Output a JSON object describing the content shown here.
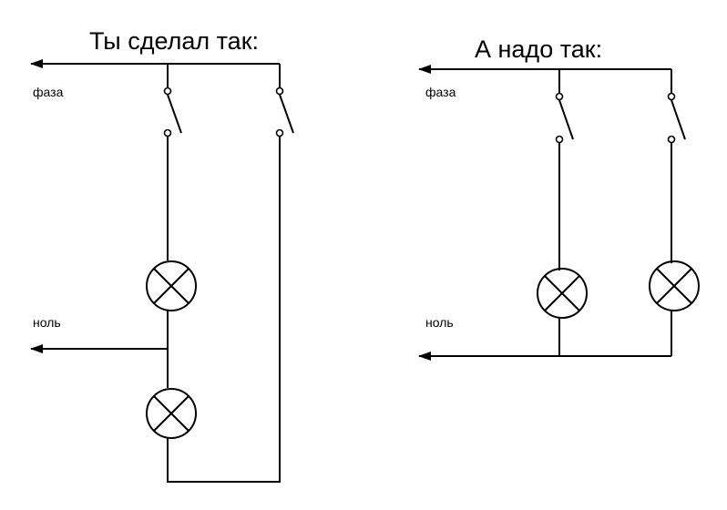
{
  "left_diagram": {
    "title": "Ты сделал так:",
    "phase_label": "фаза",
    "neutral_label": "ноль"
  },
  "right_diagram": {
    "title": "А надо так:",
    "phase_label": "фаза",
    "neutral_label": "ноль"
  },
  "colors": {
    "line": "#000000",
    "background": "#ffffff"
  }
}
